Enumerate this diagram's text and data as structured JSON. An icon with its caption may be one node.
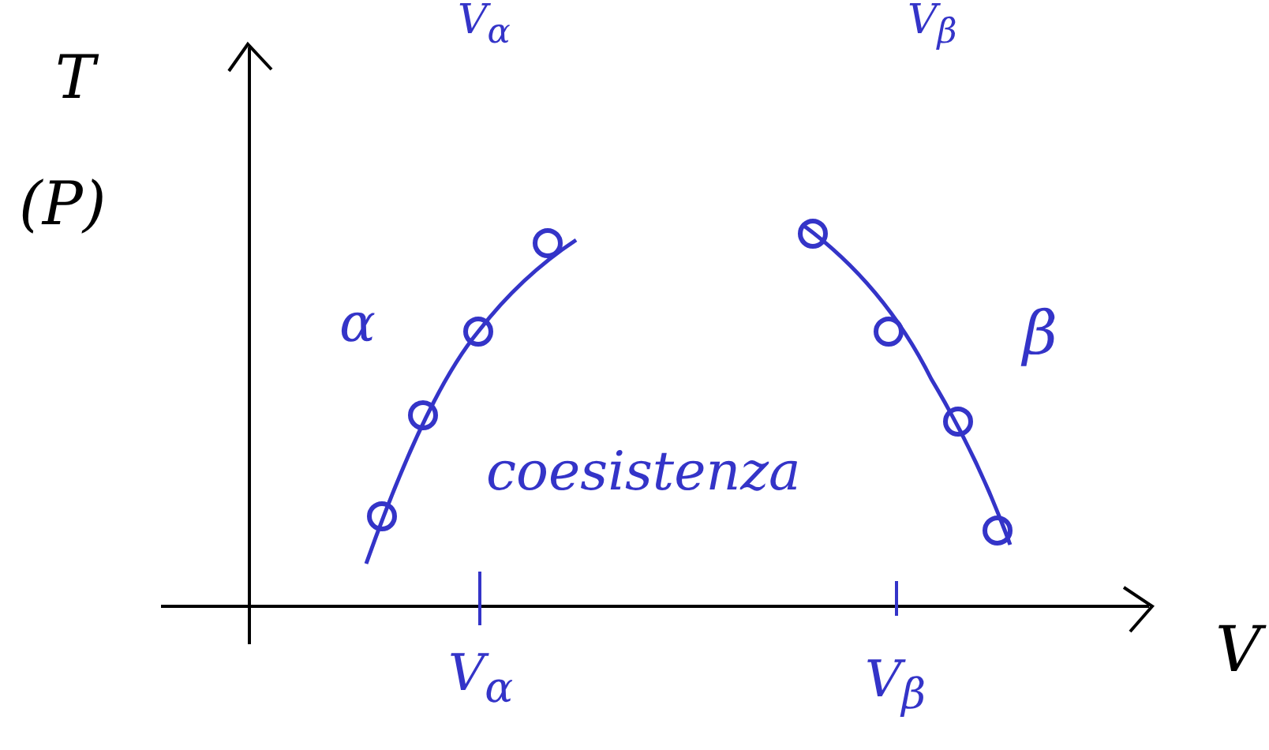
{
  "diagram": {
    "labels": [
      "V$_{α}$",
      "V$_{β}$",
      "T",
      "(P)",
      "α",
      "β",
      "coesistenza",
      "V",
      "V$_{α}$",
      "V$_{β}$"
    ]
  }
}
